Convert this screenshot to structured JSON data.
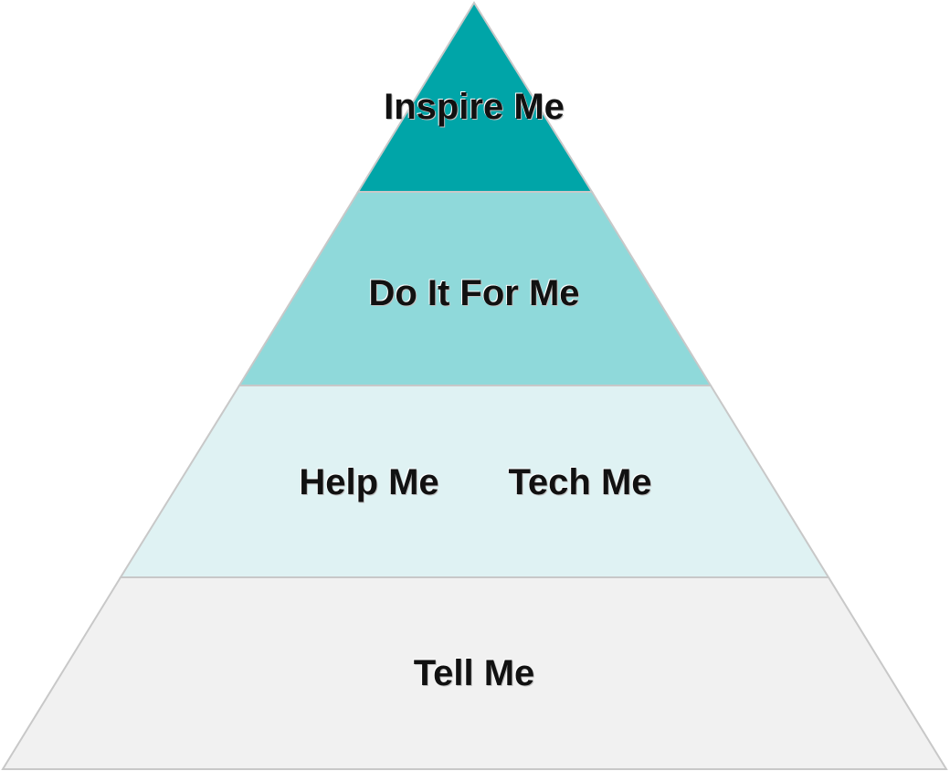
{
  "pyramid": {
    "levels": [
      {
        "label": "Inspire Me",
        "color": "#00a5a8"
      },
      {
        "label": "Do It For Me",
        "color": "#8fd9da"
      },
      {
        "labels": [
          "Help Me",
          "Tech Me"
        ],
        "color": "#dff2f3"
      },
      {
        "label": "Tell Me",
        "color": "#f1f1f1"
      }
    ],
    "border_color": "#c8c8c8"
  }
}
